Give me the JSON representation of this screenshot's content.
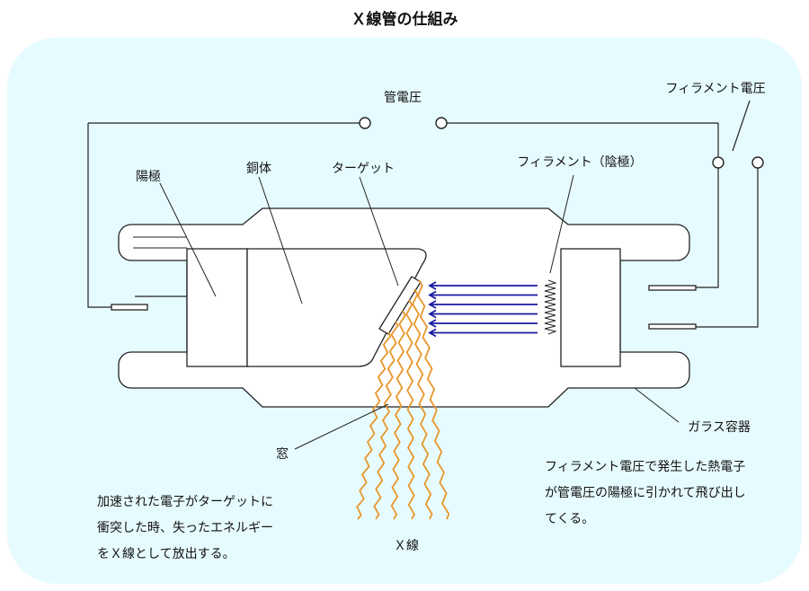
{
  "title": "Ｘ線管の仕組み",
  "labels": {
    "tube_voltage": "管電圧",
    "filament_voltage": "フィラメント電圧",
    "anode": "陽極",
    "copper_body": "銅体",
    "target": "ターゲット",
    "filament_cathode": "フィラメント（陰極）",
    "window": "窓",
    "glass_vessel": "ガラス容器",
    "xray": "Ｘ線"
  },
  "notes": {
    "left": [
      "加速された電子がターゲットに",
      "衝突した時、失ったエネルギー",
      "をＸ線として放出する。"
    ],
    "right": [
      "フィラメント電圧で発生した熱電子",
      "が管電圧の陽極に引かれて飛び出し",
      "てくる。"
    ]
  },
  "colors": {
    "background_panel": "#e6fbff",
    "electron_arrows": "#1a1aa0",
    "xray_waves": "#e8962a",
    "line": "#222222"
  },
  "counts": {
    "electron_arrows": 6,
    "xray_waves": 6
  }
}
